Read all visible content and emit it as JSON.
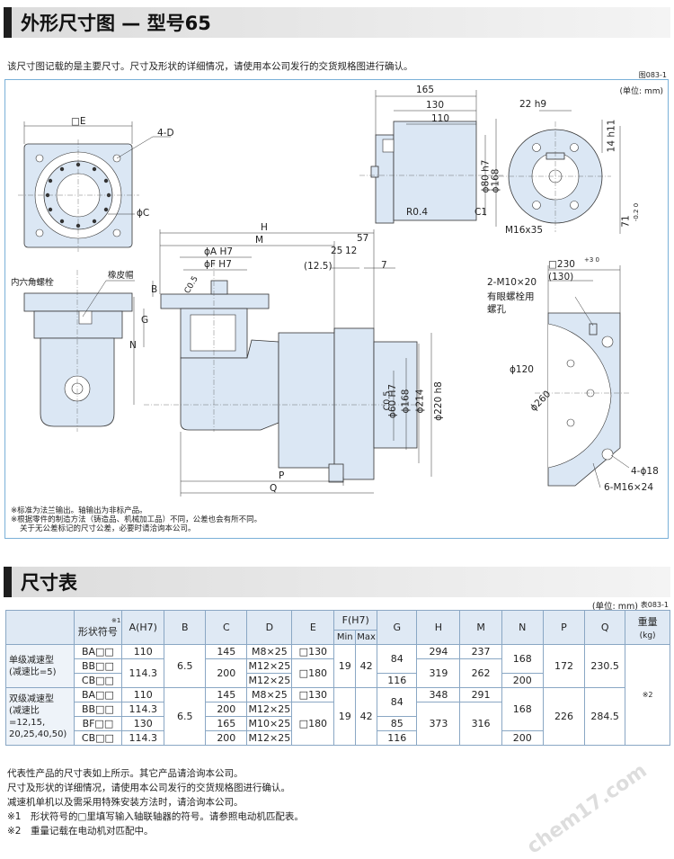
{
  "header1": {
    "title": "外形尺寸图 — 型号65"
  },
  "intro": "该尺寸图记载的是主要尺寸。尺寸及形状的详细情况，请使用本公司发行的交货规格图进行确认。",
  "fig_code": "图083-1",
  "unit_top": "(单位: mm)",
  "drawing": {
    "labels": {
      "e_sq": "□E",
      "four_d": "4-D",
      "phi_c": "ϕC",
      "hex_bolt": "内六角螺栓",
      "rubber_cap": "橡皮帽",
      "h": "H",
      "m": "M",
      "phi_a": "ϕA H7",
      "phi_f": "ϕF H7",
      "c05a": "C0.5",
      "b": "B",
      "g": "G",
      "n": "N",
      "p": "P",
      "q": "Q",
      "d165": "165",
      "d130": "130",
      "d110": "110",
      "r04": "R0.4",
      "c1": "C1",
      "phi80": "ϕ80 h7",
      "phi168": "ϕ168",
      "d22": "22 h9",
      "d14": "14 h11",
      "d71": "71",
      "d71tol": "-0.2 0",
      "m16x35": "M16x35",
      "d57": "57",
      "d25": "25",
      "d12": "12",
      "d125": "(12.5)",
      "d7": "7",
      "sq230": "□230",
      "sq230tol": "+3 0",
      "d130p": "(130)",
      "m10": "2-M10×20",
      "eyebolt1": "有眼螺栓用",
      "eyebolt2": "螺孔",
      "phi120": "ϕ120",
      "phi260": "ϕ260",
      "phi60": "ϕ60 H7",
      "phi168b": "ϕ168",
      "phi214": "ϕ214",
      "phi220": "ϕ220 h8",
      "c05b": "C0.5",
      "four18": "4-ϕ18",
      "six16": "6-M16×24"
    },
    "footnotes": [
      "※标准为法兰输出。轴输出为非标产品。",
      "※根据零件的制造方法（铸造品、机械加工品）不同，公差也会有所不同。",
      "关于无公差标记的尺寸公差，必要时请洽询本公司。"
    ]
  },
  "header2": {
    "title": "尺寸表"
  },
  "table": {
    "unit": "(单位: mm)",
    "code": "表083-1",
    "headers": [
      "形状符号",
      "A(H7)",
      "B",
      "C",
      "D",
      "E",
      "F(H7)",
      "G",
      "H",
      "M",
      "N",
      "P",
      "Q",
      "重量"
    ],
    "sup1": "※1",
    "fmin": "Min",
    "fmax": "Max",
    "weight_unit": "(kg)",
    "group1": {
      "label1": "单级减速型",
      "label2": "(减速比=5)",
      "codes": [
        "BA□□",
        "BB□□",
        "CB□□"
      ],
      "A": [
        "110",
        "114.3"
      ],
      "B": "6.5",
      "C": [
        "145",
        "200"
      ],
      "D": [
        "M8×25",
        "M12×25",
        "M12×25"
      ],
      "E": [
        "□130",
        "□180"
      ],
      "Fmin": "19",
      "Fmax": "42",
      "G": [
        "84",
        "116"
      ],
      "H": [
        "294",
        "319"
      ],
      "M": [
        "237",
        "262"
      ],
      "N": [
        "168",
        "200"
      ],
      "P": "172",
      "Q": "230.5"
    },
    "group2": {
      "label1": "双级减速型",
      "label2": "(减速比=12,15,",
      "label3": "20,25,40,50)",
      "codes": [
        "BA□□",
        "BB□□",
        "BF□□",
        "CB□□"
      ],
      "A": [
        "110",
        "114.3",
        "130",
        "114.3"
      ],
      "B": "6.5",
      "C": [
        "145",
        "200",
        "165",
        "200"
      ],
      "D": [
        "M8×25",
        "M12×25",
        "M10×25",
        "M12×25"
      ],
      "E": [
        "□130",
        "□180"
      ],
      "Fmin": "19",
      "Fmax": "42",
      "G": [
        "84",
        "85",
        "116"
      ],
      "H": [
        "348",
        "373"
      ],
      "M": [
        "291",
        "316"
      ],
      "N": [
        "168",
        "200"
      ],
      "P": "226",
      "Q": "284.5"
    },
    "weight_note": "※2"
  },
  "notes": [
    "代表性产品的尺寸表如上所示。其它产品请洽询本公司。",
    "尺寸及形状的详细情况，请使用本公司发行的交货规格图进行确认。",
    "减速机单机以及需采用特殊安装方法时，请洽询本公司。",
    "※1　形状符号的□里填写输入轴联轴器的符号。请参照电动机匹配表。",
    "※2　重量记载在电动机对匹配中。"
  ],
  "watermark": "chem17.com"
}
